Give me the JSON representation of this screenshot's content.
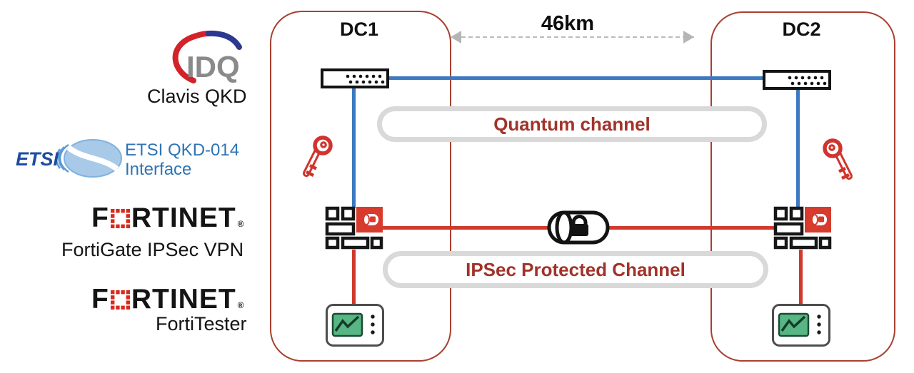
{
  "colors": {
    "dc_border_red": "#a84030",
    "quantum_link_blue": "#3c79c0",
    "ipsec_link_red": "#cf3a2c",
    "pill_border_gray": "#d9d9d9",
    "pill_text_red": "#a2322a",
    "fortinet_red": "#da291c",
    "key_red": "#d0342c",
    "tester_screen_green": "#57b683",
    "idq_gray": "#8a8a8a",
    "idq_red": "#d2232a",
    "idq_blue": "#2b3990",
    "etsi_dark_blue": "#1c4da0",
    "etsi_text_blue": "#2e74b5",
    "arrow_gray": "#b5b5b5"
  },
  "left_panel": {
    "idq": {
      "logo_text": "IDQ",
      "label": "Clavis QKD"
    },
    "etsi": {
      "logo_text": "ETSI",
      "label_line1": "ETSI QKD-014",
      "label_line2": "Interface"
    },
    "fortigate": {
      "logo_left": "F",
      "logo_right": "RTINET",
      "registered": "®",
      "label": "FortiGate IPSec VPN"
    },
    "fortitester": {
      "logo_left": "F",
      "logo_right": "RTINET",
      "registered": "®",
      "label": "FortiTester"
    }
  },
  "diagram": {
    "dc1_title": "DC1",
    "dc2_title": "DC2",
    "distance_label": "46km",
    "quantum_channel_label": "Quantum channel",
    "ipsec_channel_label": "IPSec Protected Channel"
  }
}
